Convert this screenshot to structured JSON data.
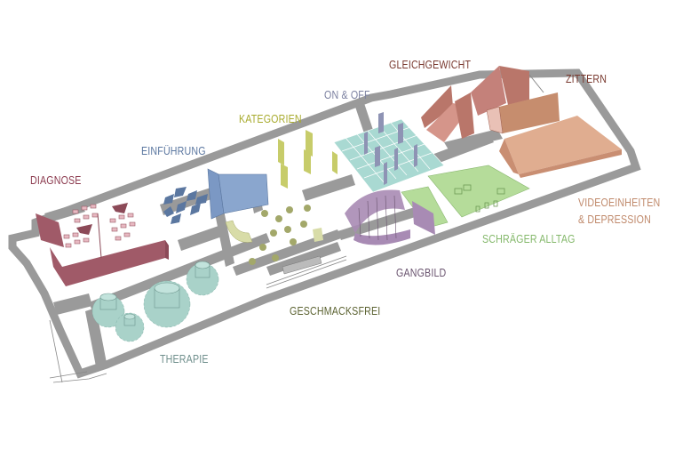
{
  "figure": {
    "type": "isometric exhibition floor plan",
    "zones": [
      {
        "id": "diagnose",
        "label": "DIAGNOSE",
        "color": "#8c3b4f",
        "fill": "#a05a68"
      },
      {
        "id": "einfuehrung",
        "label": "EINFÜHRUNG",
        "color": "#5b77a0",
        "fill": "#7b98c4"
      },
      {
        "id": "kategorien",
        "label": "KATEGORIEN",
        "color": "#a8ab2e",
        "fill": "#c7cc6a"
      },
      {
        "id": "on_off",
        "label": "ON & OFF",
        "color": "#7b80a0",
        "fill": "#a9d9d2"
      },
      {
        "id": "gleichgewicht",
        "label": "GLEICHGEWICHT",
        "color": "#7a3a30",
        "fill": "#b9766a"
      },
      {
        "id": "zittern",
        "label": "ZITTERN",
        "color": "#7a3a30",
        "fill": "#c68d6e"
      },
      {
        "id": "videoeinheiten",
        "label_line1": "VIDEOEINHEITEN",
        "label_line2": "& DEPRESSION",
        "color": "#c08a6c",
        "fill": "#e0ad90"
      },
      {
        "id": "schraeger_alltag",
        "label": "SCHRÄGER ALLTAG",
        "color": "#84b86b",
        "fill": "#b5dc9a"
      },
      {
        "id": "gangbild",
        "label": "GANGBILD",
        "color": "#6b5570",
        "fill": "#a88bb4"
      },
      {
        "id": "geschmacksfrei",
        "label": "GESCHMACKSFREI",
        "color": "#5c6332",
        "fill": "#d8dca8"
      },
      {
        "id": "therapie",
        "label": "THERAPIE",
        "color": "#6f8f8c",
        "fill": "#a9d2c9"
      }
    ],
    "wall_color": "#999999"
  }
}
